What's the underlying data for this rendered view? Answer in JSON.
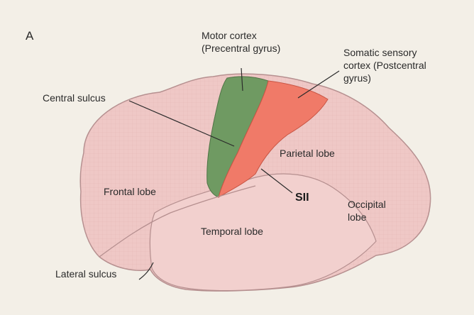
{
  "panel_letter": "A",
  "labels": {
    "motor_cortex_line1": "Motor cortex",
    "motor_cortex_line2": "(Precentral gyrus)",
    "somatic_line1": "Somatic sensory",
    "somatic_line2": "cortex (Postcentral",
    "somatic_line3": "gyrus)",
    "central_sulcus": "Central sulcus",
    "parietal_lobe": "Parietal lobe",
    "frontal_lobe": "Frontal lobe",
    "sii": "SII",
    "occipital_line1": "Occipital",
    "occipital_line2": "lobe",
    "temporal_lobe": "Temporal lobe",
    "lateral_sulcus": "Lateral sulcus"
  },
  "colors": {
    "background": "#f3efe7",
    "brain": "#efc8c6",
    "brain_outline": "#b58f8f",
    "motor_cortex": "#6f9a62",
    "somatic_sensory_cortex": "#f07a68",
    "leader_line": "#2a2a2a"
  }
}
